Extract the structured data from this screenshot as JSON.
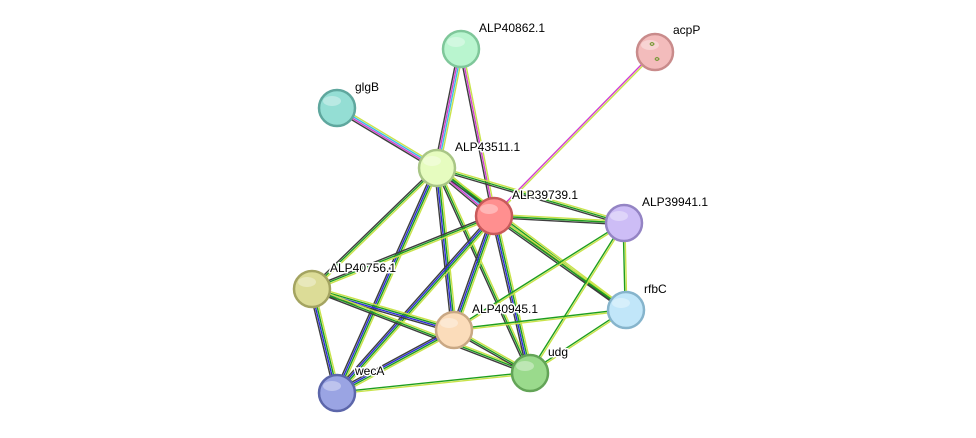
{
  "network": {
    "nodes": [
      {
        "id": "ALP40862.1",
        "label": "ALP40862.1",
        "fill": "#b9f5cf",
        "stroke": "#7fc79a"
      },
      {
        "id": "acpP",
        "label": "acpP",
        "fill": "#f3bcbc",
        "stroke": "#c98b8b"
      },
      {
        "id": "glgB",
        "label": "glgB",
        "fill": "#94ded4",
        "stroke": "#5fa79e"
      },
      {
        "id": "ALP43511.1",
        "label": "ALP43511.1",
        "fill": "#e6fcbf",
        "stroke": "#a9c686"
      },
      {
        "id": "ALP39739.1",
        "label": "ALP39739.1",
        "fill": "#ff8f8f",
        "stroke": "#c85a5a"
      },
      {
        "id": "ALP39941.1",
        "label": "ALP39941.1",
        "fill": "#cdbdf6",
        "stroke": "#9484c4"
      },
      {
        "id": "ALP40756.1",
        "label": "ALP40756.1",
        "fill": "#dcdc97",
        "stroke": "#a4a461"
      },
      {
        "id": "rfbC",
        "label": "rfbC",
        "fill": "#c1e6f9",
        "stroke": "#86b4cc"
      },
      {
        "id": "ALP40945.1",
        "label": "ALP40945.1",
        "fill": "#fbdcba",
        "stroke": "#c9a884"
      },
      {
        "id": "udg",
        "label": "udg",
        "fill": "#9ada8c",
        "stroke": "#63a457"
      },
      {
        "id": "wecA",
        "label": "wecA",
        "fill": "#9aa4e3",
        "stroke": "#5c66aa"
      }
    ],
    "edges": [
      {
        "source": "ALP40862.1",
        "target": "ALP43511.1",
        "colors": [
          "#c9e34a",
          "#39bde6",
          "#d03fd0",
          "#3e3e3e"
        ]
      },
      {
        "source": "ALP40862.1",
        "target": "ALP39739.1",
        "colors": [
          "#c9e34a",
          "#d03fd0",
          "#3e3e3e"
        ]
      },
      {
        "source": "acpP",
        "target": "ALP39739.1",
        "colors": [
          "#c9e34a",
          "#d03fd0"
        ]
      },
      {
        "source": "glgB",
        "target": "ALP43511.1",
        "colors": [
          "#c9e34a",
          "#39bde6",
          "#d03fd0",
          "#3e3e3e"
        ]
      },
      {
        "source": "ALP43511.1",
        "target": "ALP39739.1",
        "colors": [
          "#c9e34a",
          "#1e9e1e",
          "#39bde6",
          "#d03fd0",
          "#3e3e3e"
        ]
      },
      {
        "source": "ALP43511.1",
        "target": "ALP39941.1",
        "colors": [
          "#c9e34a",
          "#1e9e1e",
          "#3e3e3e"
        ]
      },
      {
        "source": "ALP43511.1",
        "target": "rfbC",
        "colors": [
          "#c9e34a",
          "#1e9e1e",
          "#3e3e3e"
        ]
      },
      {
        "source": "ALP43511.1",
        "target": "ALP40756.1",
        "colors": [
          "#c9e34a",
          "#1e9e1e",
          "#3e3e3e"
        ]
      },
      {
        "source": "ALP43511.1",
        "target": "ALP40945.1",
        "colors": [
          "#c9e34a",
          "#1e9e1e",
          "#2d2dd6",
          "#3e3e3e"
        ]
      },
      {
        "source": "ALP43511.1",
        "target": "udg",
        "colors": [
          "#c9e34a",
          "#1e9e1e",
          "#3e3e3e"
        ]
      },
      {
        "source": "ALP43511.1",
        "target": "wecA",
        "colors": [
          "#c9e34a",
          "#1e9e1e",
          "#2d2dd6",
          "#3e3e3e"
        ]
      },
      {
        "source": "ALP39739.1",
        "target": "ALP39941.1",
        "colors": [
          "#c9e34a",
          "#1e9e1e",
          "#3e3e3e"
        ]
      },
      {
        "source": "ALP39739.1",
        "target": "rfbC",
        "colors": [
          "#c9e34a",
          "#1e9e1e",
          "#3e3e3e"
        ]
      },
      {
        "source": "ALP39739.1",
        "target": "ALP40756.1",
        "colors": [
          "#c9e34a",
          "#1e9e1e",
          "#3e3e3e"
        ]
      },
      {
        "source": "ALP39739.1",
        "target": "ALP40945.1",
        "colors": [
          "#c9e34a",
          "#1e9e1e",
          "#2d2dd6",
          "#3e3e3e"
        ]
      },
      {
        "source": "ALP39739.1",
        "target": "udg",
        "colors": [
          "#c9e34a",
          "#1e9e1e",
          "#2d2dd6",
          "#3e3e3e"
        ]
      },
      {
        "source": "ALP39739.1",
        "target": "wecA",
        "colors": [
          "#c9e34a",
          "#1e9e1e",
          "#2d2dd6",
          "#3e3e3e"
        ]
      },
      {
        "source": "ALP39941.1",
        "target": "rfbC",
        "colors": [
          "#c9e34a",
          "#1e9e1e"
        ]
      },
      {
        "source": "ALP39941.1",
        "target": "ALP40945.1",
        "colors": [
          "#c9e34a",
          "#1e9e1e"
        ]
      },
      {
        "source": "ALP39941.1",
        "target": "udg",
        "colors": [
          "#c9e34a",
          "#1e9e1e"
        ]
      },
      {
        "source": "rfbC",
        "target": "ALP40945.1",
        "colors": [
          "#c9e34a",
          "#1e9e1e"
        ]
      },
      {
        "source": "rfbC",
        "target": "udg",
        "colors": [
          "#c9e34a",
          "#1e9e1e"
        ]
      },
      {
        "source": "ALP40756.1",
        "target": "ALP40945.1",
        "colors": [
          "#c9e34a",
          "#1e9e1e",
          "#2d2dd6",
          "#3e3e3e"
        ]
      },
      {
        "source": "ALP40756.1",
        "target": "udg",
        "colors": [
          "#c9e34a",
          "#1e9e1e",
          "#3e3e3e"
        ]
      },
      {
        "source": "ALP40756.1",
        "target": "wecA",
        "colors": [
          "#c9e34a",
          "#1e9e1e",
          "#2d2dd6",
          "#3e3e3e"
        ]
      },
      {
        "source": "ALP40945.1",
        "target": "udg",
        "colors": [
          "#c9e34a",
          "#1e9e1e",
          "#3e3e3e"
        ]
      },
      {
        "source": "ALP40945.1",
        "target": "wecA",
        "colors": [
          "#c9e34a",
          "#1e9e1e",
          "#2d2dd6",
          "#3e3e3e"
        ]
      },
      {
        "source": "udg",
        "target": "wecA",
        "colors": [
          "#c9e34a",
          "#1e9e1e"
        ]
      }
    ]
  }
}
